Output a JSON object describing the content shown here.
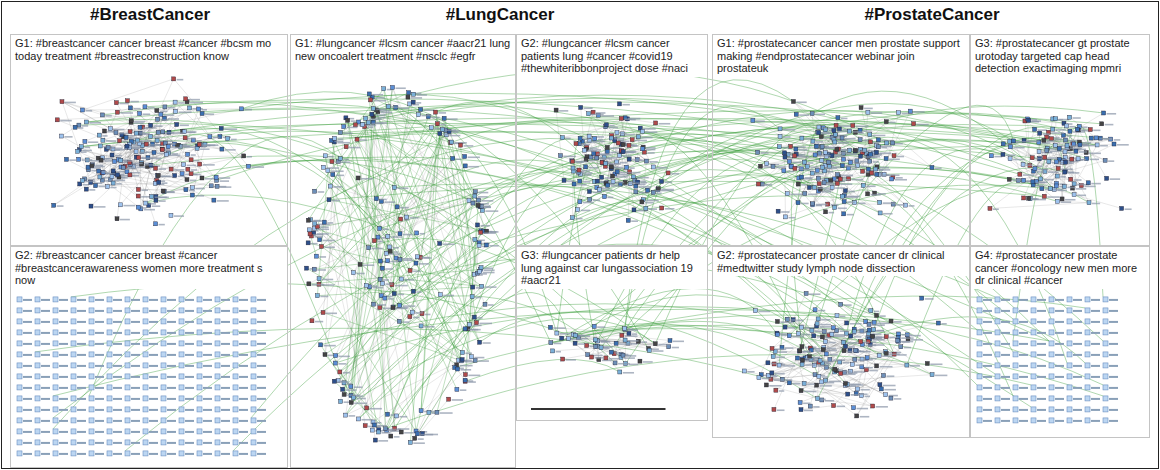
{
  "diagram": {
    "nodes": [
      {
        "text": [
          "#BreastCancer"
        ]
      },
      {
        "text": [
          "G1: #breastcancer cancer breast #cancer #bcsm mo today treatment #breastreconstruction know"
        ],
        "in": 0
      },
      {
        "text": [
          "G2: #breastcancer cancer breast #cancer #breastcancerawareness women more treatment s now"
        ],
        "in": 0
      },
      {
        "text": [
          "#LungCancer"
        ]
      },
      {
        "text": [
          "G1: #lungcancer #lcsm cancer #aacr21 lung new oncoalert treatment #nsclc #egfr"
        ],
        "in": 3
      },
      {
        "text": [
          "G2: #lungcancer #lcsm cancer patients lung #cancer #covid19 #thewhiteribbonproject dose #naci"
        ],
        "in": 3
      },
      {
        "text": [
          "G3: #lungcancer patients dr help lung against car lungassociation 19 #aacr21"
        ],
        "in": 3
      },
      {
        "text": [
          "#ProstateCancer"
        ]
      },
      {
        "text": [
          "G1: #prostatecancer cancer men prostate support making #endprostatecancer webinar join prostateuk"
        ],
        "in": 7
      },
      {
        "text": [
          "G3: #prostatecancer gt prostate urotoday targeted cap head detection exactimaging mpmri"
        ],
        "in": 7
      },
      {
        "text": [
          "G2: #prostatecancer prostate cancer dr clinical #medtwitter study lymph node dissection"
        ],
        "in": 7
      },
      {
        "text": [
          "G4: #prostatecancer prostate cancer #oncology new men more dr clinical #cancer"
        ],
        "in": 7
      }
    ]
  }
}
